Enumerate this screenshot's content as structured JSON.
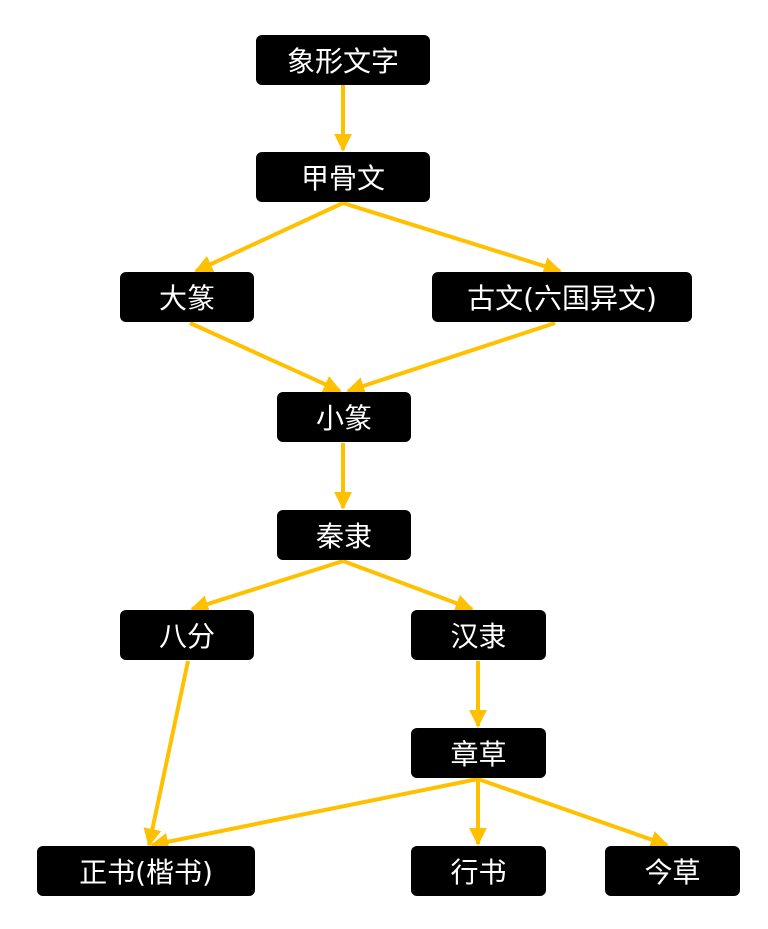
{
  "colors": {
    "edge": "#FFC000",
    "node_bg": "#000000",
    "node_text": "#FFFFFF"
  },
  "nodes": {
    "pictograph": "象形文字",
    "oracle": "甲骨文",
    "dazhuan": "大篆",
    "guwen": "古文(六国异文)",
    "xiaozhuan": "小篆",
    "qinli": "秦隶",
    "bafen": "八分",
    "hanli": "汉隶",
    "zhangcao": "章草",
    "zhengshu": "正书(楷书)",
    "xingshu": "行书",
    "jincao": "今草"
  },
  "edges": [
    [
      "pictograph",
      "oracle"
    ],
    [
      "oracle",
      "dazhuan"
    ],
    [
      "oracle",
      "guwen"
    ],
    [
      "dazhuan",
      "xiaozhuan"
    ],
    [
      "guwen",
      "xiaozhuan"
    ],
    [
      "xiaozhuan",
      "qinli"
    ],
    [
      "qinli",
      "bafen"
    ],
    [
      "qinli",
      "hanli"
    ],
    [
      "bafen",
      "zhengshu"
    ],
    [
      "hanli",
      "zhangcao"
    ],
    [
      "zhangcao",
      "zhengshu"
    ],
    [
      "zhangcao",
      "xingshu"
    ],
    [
      "zhangcao",
      "jincao"
    ]
  ]
}
